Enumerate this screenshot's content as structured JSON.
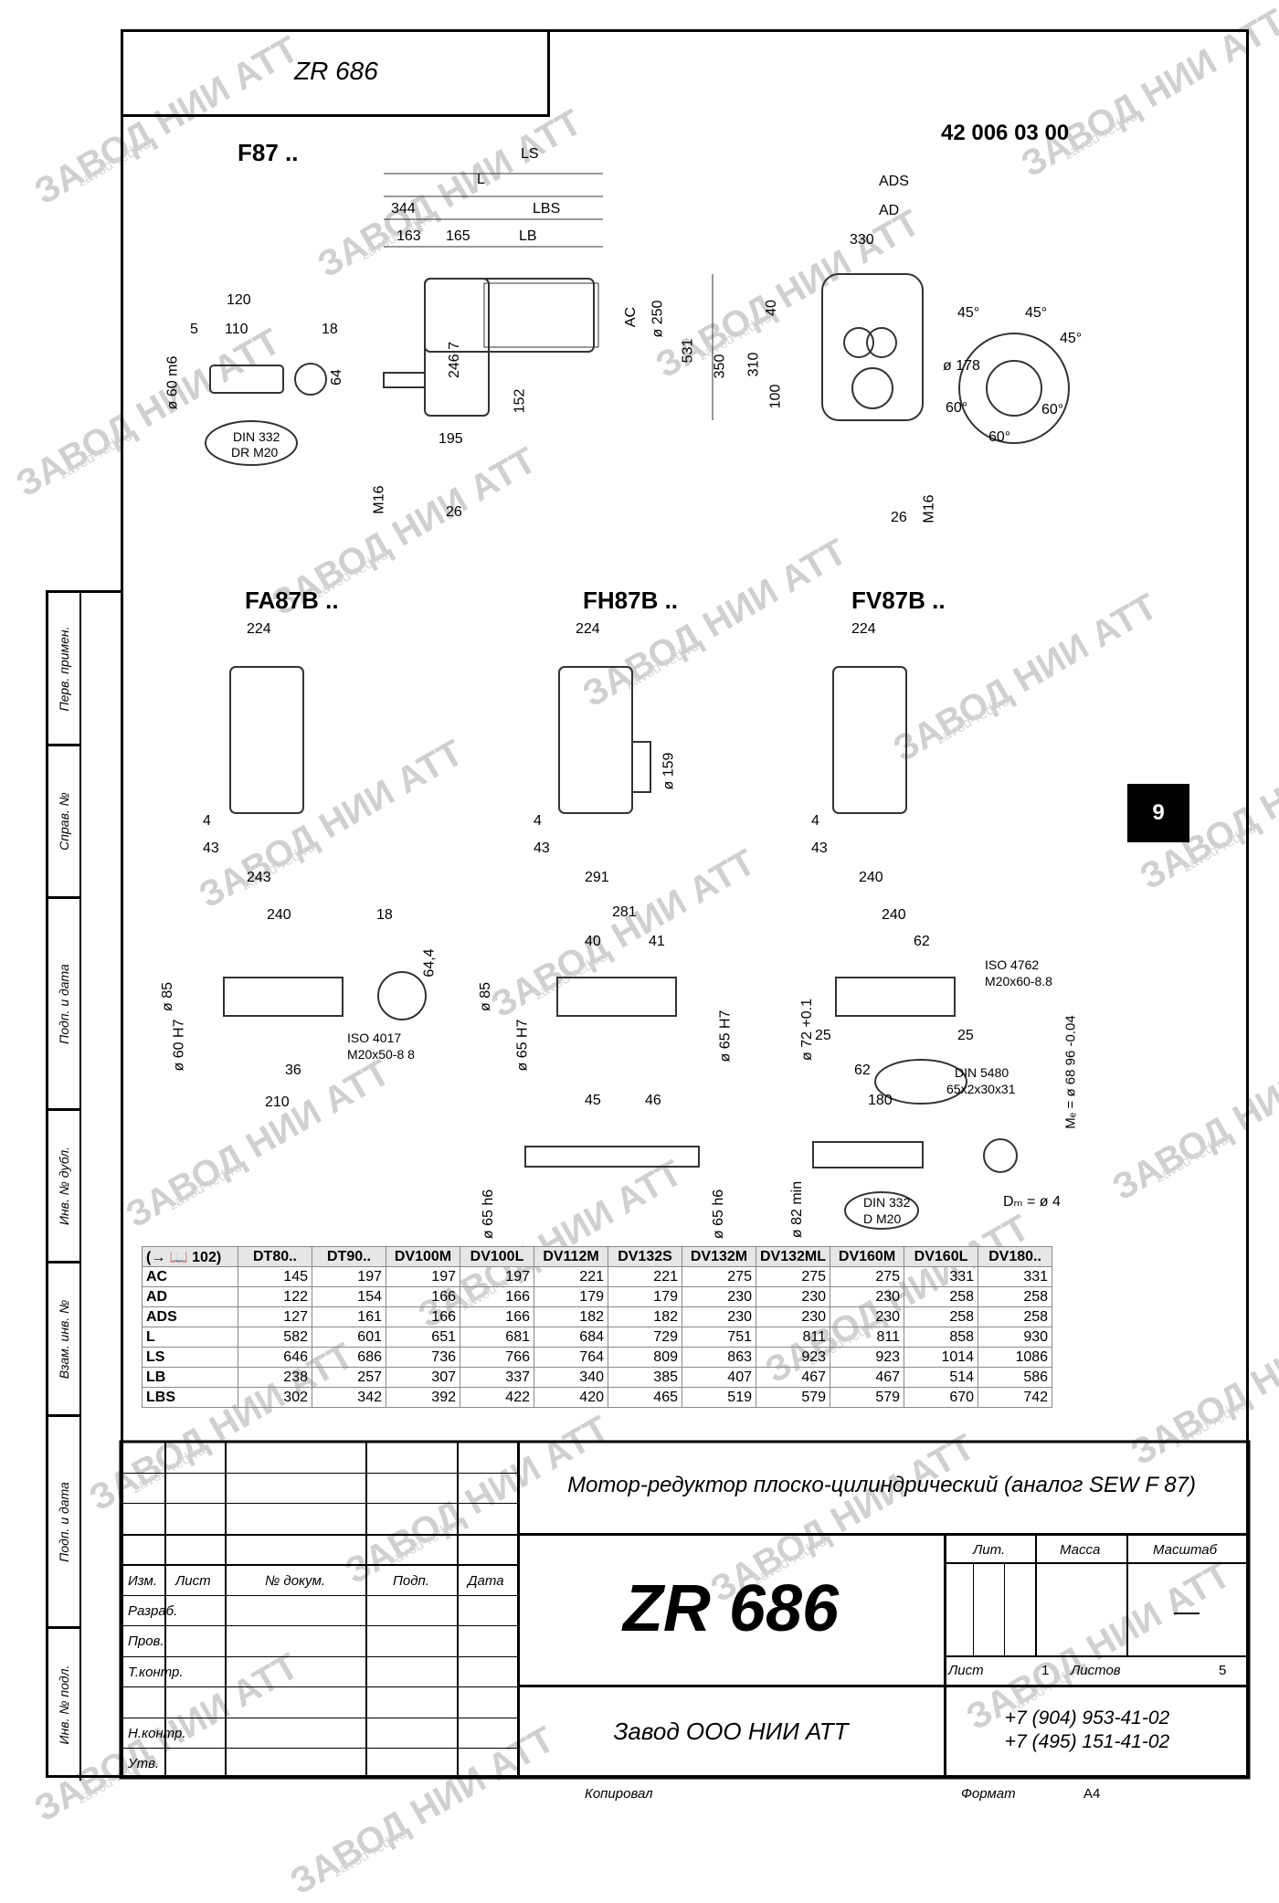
{
  "header": {
    "code": "ZR 686",
    "doc_number": "42 006 03 00"
  },
  "side_labels": [
    "Перв. примен.",
    "Справ. №",
    "Подп. и дата",
    "Инв. № дубл.",
    "Взам. инв. №",
    "Подп. и дата",
    "Инв. № подл."
  ],
  "drawings": {
    "f87": {
      "label": "F87 ..",
      "dims": [
        "LS",
        "L",
        "344",
        "LBS",
        "163",
        "165",
        "LB",
        "120",
        "110",
        "5",
        "18",
        "ø 60 m6",
        "64",
        "246 7",
        "ø 250",
        "AC",
        "152",
        "195",
        "M16",
        "26",
        "DIN 332",
        "DR M20",
        "531",
        "350",
        "310",
        "100",
        "40",
        "330",
        "ADS",
        "AD",
        "45°",
        "45°",
        "45°",
        "ø 178",
        "60°",
        "60°",
        "60°",
        "26",
        "M16"
      ]
    },
    "fa87b": {
      "label": "FA87B ..",
      "dims": [
        "224",
        "4",
        "43",
        "243",
        "240",
        "18",
        "64,4",
        "ø 85",
        "ø 60 H7",
        "36",
        "210",
        "ISO 4017",
        "M20x50-8 8"
      ]
    },
    "fh87b": {
      "label": "FH87B ..",
      "dims": [
        "224",
        "ø 159",
        "4",
        "43",
        "291",
        "281",
        "40",
        "41",
        "ø 85",
        "ø 65 H7",
        "ø 65 H7",
        "45",
        "46",
        "ø 65 h6",
        "ø 65 h6"
      ]
    },
    "fv87b": {
      "label": "FV87B ..",
      "dims": [
        "224",
        "4",
        "43",
        "240",
        "240",
        "62",
        "ISO 4762",
        "M20x60-8.8",
        "ø 72 +0.1",
        "25",
        "25",
        "62",
        "DIN 5480",
        "65x2x30x31",
        "Mₑ = ø 68 96 -0.04",
        "180",
        "ø 82 min",
        "DIN 332",
        "D  M20",
        "Dₘ = ø 4"
      ]
    }
  },
  "page_badge": "9",
  "spec_table": {
    "ref": "(→ 📖 102)",
    "columns": [
      "DT80..",
      "DT90..",
      "DV100M",
      "DV100L",
      "DV112M",
      "DV132S",
      "DV132M",
      "DV132ML",
      "DV160M",
      "DV160L",
      "DV180.."
    ],
    "rows": [
      {
        "label": "AC",
        "values": [
          "145",
          "197",
          "197",
          "197",
          "221",
          "221",
          "275",
          "275",
          "275",
          "331",
          "331"
        ]
      },
      {
        "label": "AD",
        "values": [
          "122",
          "154",
          "166",
          "166",
          "179",
          "179",
          "230",
          "230",
          "230",
          "258",
          "258"
        ]
      },
      {
        "label": "ADS",
        "values": [
          "127",
          "161",
          "166",
          "166",
          "182",
          "182",
          "230",
          "230",
          "230",
          "258",
          "258"
        ]
      },
      {
        "label": "L",
        "values": [
          "582",
          "601",
          "651",
          "681",
          "684",
          "729",
          "751",
          "811",
          "811",
          "858",
          "930"
        ]
      },
      {
        "label": "LS",
        "values": [
          "646",
          "686",
          "736",
          "766",
          "764",
          "809",
          "863",
          "923",
          "923",
          "1014",
          "1086"
        ]
      },
      {
        "label": "LB",
        "values": [
          "238",
          "257",
          "307",
          "337",
          "340",
          "385",
          "407",
          "467",
          "467",
          "514",
          "586"
        ]
      },
      {
        "label": "LBS",
        "values": [
          "302",
          "342",
          "392",
          "422",
          "420",
          "465",
          "519",
          "579",
          "579",
          "670",
          "742"
        ]
      }
    ]
  },
  "title_block": {
    "description": "Мотор-редуктор плоско-цилиндрический (аналог SEW F 87)",
    "code": "ZR 686",
    "plant": "Завод ООО НИИ АТТ",
    "phone1": "+7 (904) 953-41-02",
    "phone2": "+7 (495) 151-41-02",
    "col_headers": [
      "Изм.",
      "Лист",
      "№ докум.",
      "Подп.",
      "Дата"
    ],
    "roles": [
      "Разраб.",
      "Пров.",
      "Т.контр.",
      "Н.контр.",
      "Утв."
    ],
    "lit": "Лит.",
    "mass": "Масса",
    "scale": "Масштаб",
    "scale_value": "—",
    "sheet_label": "Лист",
    "sheet_value": "1",
    "sheets_label": "Листов",
    "sheets_value": "5",
    "copied": "Копировал",
    "format_label": "Формат",
    "format_value": "A4"
  },
  "watermark": {
    "text": "ЗАВОД НИИ АТТ",
    "url": "zavod-red.ru"
  }
}
